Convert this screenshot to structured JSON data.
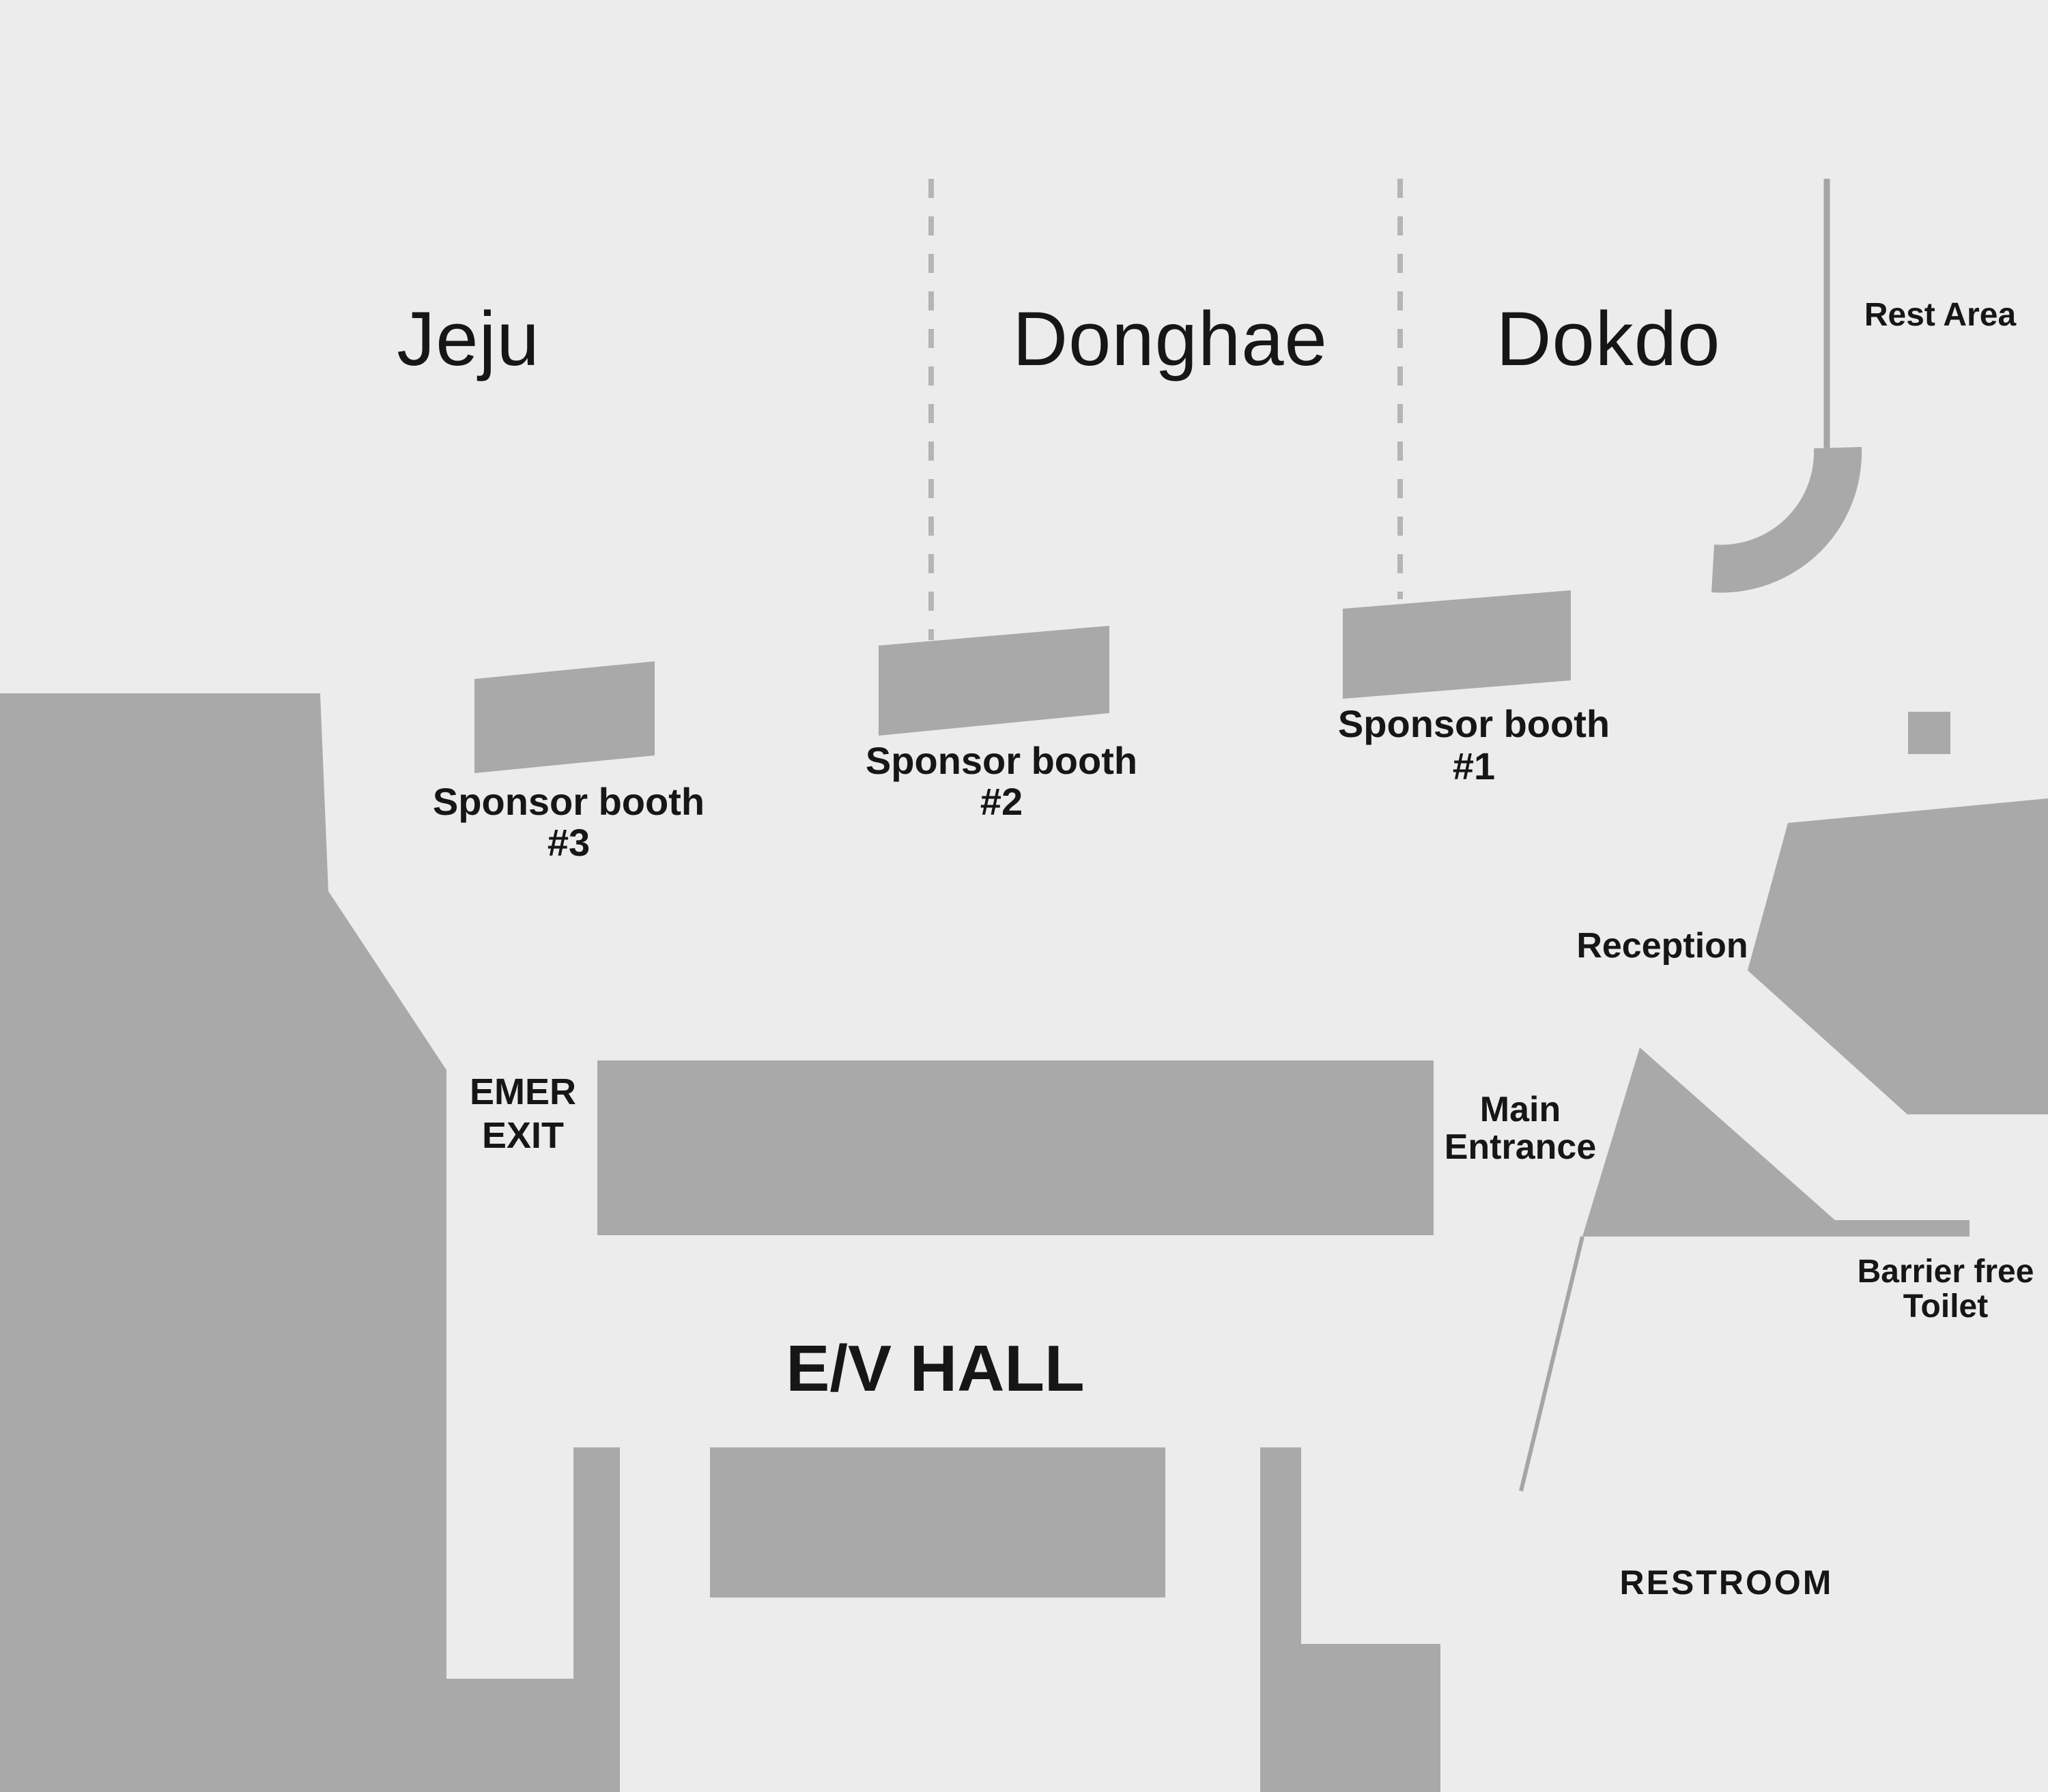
{
  "map": {
    "regions": [
      {
        "id": "jeju",
        "label": "Jeju"
      },
      {
        "id": "donghae",
        "label": "Donghae"
      },
      {
        "id": "dokdo",
        "label": "Dokdo"
      }
    ],
    "areas": {
      "rest_area": "Rest Area",
      "reception": "Reception",
      "restroom": "RESTROOM",
      "ev_hall": "E/V HALL",
      "emer_exit": {
        "line1": "EMER",
        "line2": "EXIT"
      },
      "main_entrance": {
        "line1": "Main",
        "line2": "Entrance"
      },
      "barrier_free_toilet": {
        "line1": "Barrier free",
        "line2": "Toilet"
      }
    },
    "booths": [
      {
        "name": "Sponsor booth",
        "number": "#1"
      },
      {
        "name": "Sponsor booth",
        "number": "#2"
      },
      {
        "name": "Sponsor booth",
        "number": "#3"
      }
    ]
  },
  "colors": {
    "background": "#ececec",
    "shape": "#a9a9a9",
    "divider": "#b5b5b5",
    "line": "#a5a5a5",
    "text": "#161616"
  }
}
